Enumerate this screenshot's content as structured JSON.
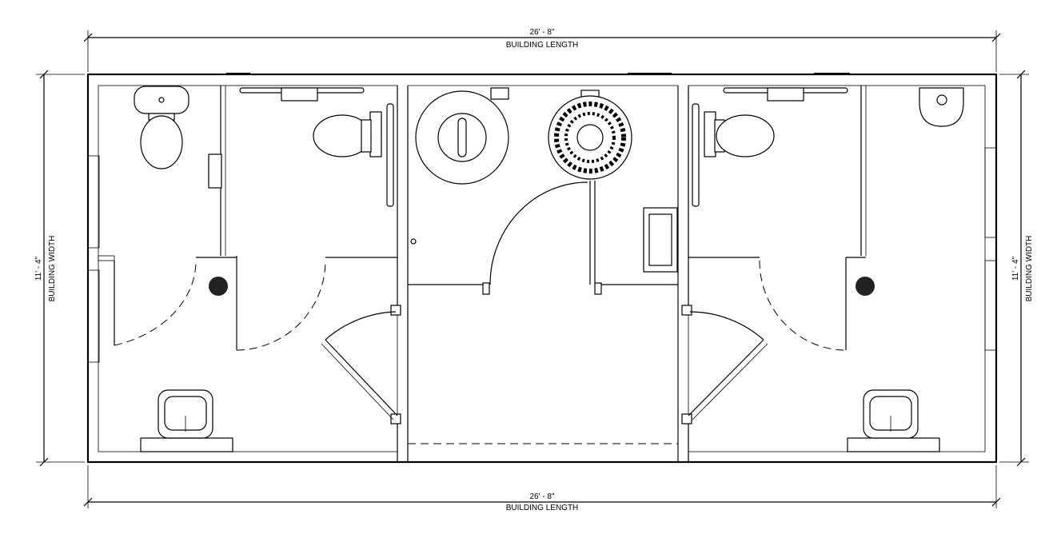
{
  "dimensions": {
    "top": {
      "value": "26' - 8\"",
      "label": "BUILDING LENGTH"
    },
    "bottom": {
      "value": "26' - 8\"",
      "label": "BUILDING LENGTH"
    },
    "left": {
      "value": "11' - 4\"",
      "label": "BUILDING WIDTH"
    },
    "right": {
      "value": "11' - 4\"",
      "label": "BUILDING WIDTH"
    }
  }
}
